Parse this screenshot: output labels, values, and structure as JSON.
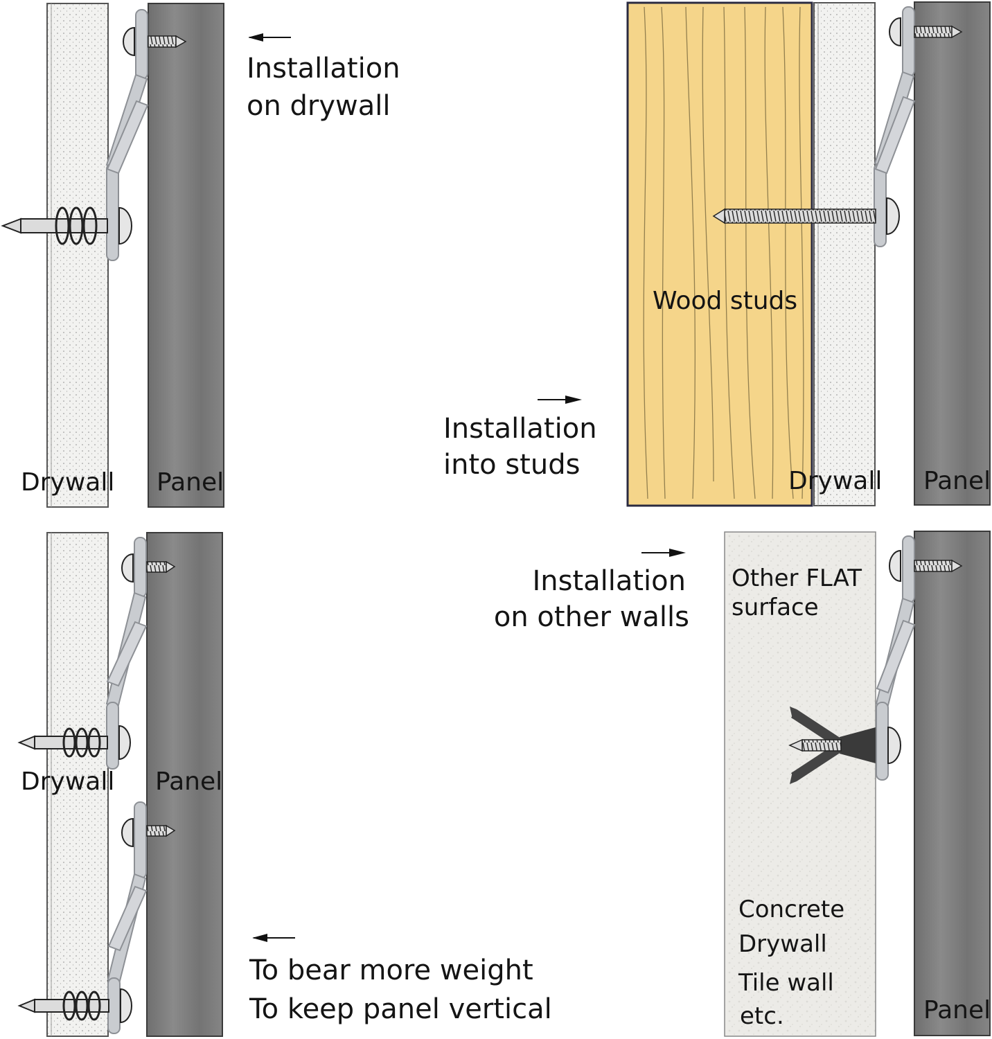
{
  "quadrants": {
    "top_left": {
      "caption_lines": [
        "Installation",
        "on drywall"
      ],
      "wall_label": "Drywall",
      "panel_label": "Panel"
    },
    "top_right": {
      "caption_lines": [
        "Installation",
        "into studs"
      ],
      "stud_label": "Wood studs",
      "wall_label": "Drywall",
      "panel_label": "Panel"
    },
    "bottom_left": {
      "caption_lines": [
        "To bear more weight",
        "To keep panel vertical"
      ],
      "wall_label": "Drywall",
      "panel_label": "Panel"
    },
    "bottom_right": {
      "caption_lines": [
        "Installation",
        "on other walls"
      ],
      "surface_label_lines": [
        "Other FLAT",
        "surface"
      ],
      "surface_list": [
        "Concrete",
        "Drywall",
        "Tile wall",
        "etc."
      ],
      "panel_label": "Panel"
    }
  },
  "colors": {
    "panel": "#7a7a7a",
    "drywall": "#f0f0ee",
    "wood": "#f5d58a",
    "concrete": "#ebebe7",
    "bracket": "#c9ccd0"
  }
}
